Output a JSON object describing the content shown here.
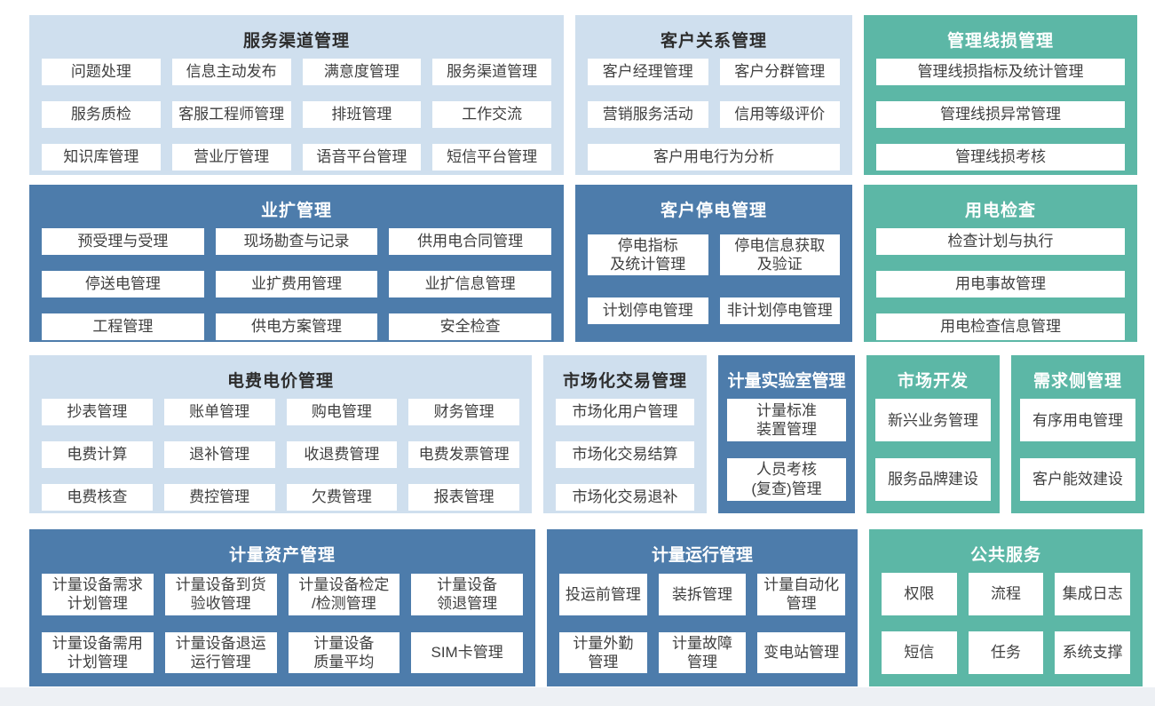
{
  "palette": {
    "light_blue": "#cfdfee",
    "dark_blue": "#4d7cab",
    "teal": "#5cb7a6",
    "button_bg": "#ffffff",
    "button_text": "#3f3f3f",
    "title_light": "#ffffff",
    "title_dark": "#2d2d2d"
  },
  "sections": {
    "service_channel": {
      "title": "服务渠道管理",
      "items": [
        "问题处理",
        "信息主动发布",
        "满意度管理",
        "服务渠道管理",
        "服务质检",
        "客服工程师管理",
        "排班管理",
        "工作交流",
        "知识库管理",
        "营业厅管理",
        "语音平台管理",
        "短信平台管理"
      ]
    },
    "customer_relation": {
      "title": "客户关系管理",
      "items": [
        "客户经理管理",
        "客户分群管理",
        "营销服务活动",
        "信用等级评价",
        "客户用电行为分析"
      ]
    },
    "line_loss": {
      "title": "管理线损管理",
      "items": [
        "管理线损指标及统计管理",
        "管理线损异常管理",
        "管理线损考核"
      ]
    },
    "business_expansion": {
      "title": "业扩管理",
      "items": [
        "预受理与受理",
        "现场勘查与记录",
        "供用电合同管理",
        "停送电管理",
        "业扩费用管理",
        "业扩信息管理",
        "工程管理",
        "供电方案管理",
        "安全检查"
      ]
    },
    "customer_outage": {
      "title": "客户停电管理",
      "items": [
        "停电指标\n及统计管理",
        "停电信息获取\n及验证",
        "计划停电管理",
        "非计划停电管理"
      ]
    },
    "power_inspection": {
      "title": "用电检查",
      "items": [
        "检查计划与执行",
        "用电事故管理",
        "用电检查信息管理"
      ]
    },
    "billing": {
      "title": "电费电价管理",
      "items": [
        "抄表管理",
        "账单管理",
        "购电管理",
        "财务管理",
        "电费计算",
        "退补管理",
        "收退费管理",
        "电费发票管理",
        "电费核查",
        "费控管理",
        "欠费管理",
        "报表管理"
      ]
    },
    "market_trade": {
      "title": "市场化交易管理",
      "items": [
        "市场化用户管理",
        "市场化交易结算",
        "市场化交易退补"
      ]
    },
    "metering_lab": {
      "title": "计量实验室管理",
      "items": [
        "计量标准\n装置管理",
        "人员考核\n(复查)管理"
      ]
    },
    "market_dev": {
      "title": "市场开发",
      "items": [
        "新兴业务管理",
        "服务品牌建设"
      ]
    },
    "demand_side": {
      "title": "需求侧管理",
      "items": [
        "有序用电管理",
        "客户能效建设"
      ]
    },
    "metering_asset": {
      "title": "计量资产管理",
      "items": [
        "计量设备需求\n计划管理",
        "计量设备到货\n验收管理",
        "计量设备检定\n/检测管理",
        "计量设备\n领退管理",
        "计量设备需用\n计划管理",
        "计量设备退运\n运行管理",
        "计量设备\n质量平均",
        "SIM卡管理"
      ]
    },
    "metering_operation": {
      "title": "计量运行管理",
      "items": [
        "投运前管理",
        "装拆管理",
        "计量自动化\n管理",
        "计量外勤\n管理",
        "计量故障\n管理",
        "变电站管理"
      ]
    },
    "public_service": {
      "title": "公共服务",
      "items": [
        "权限",
        "流程",
        "集成日志",
        "短信",
        "任务",
        "系统支撑"
      ]
    }
  }
}
